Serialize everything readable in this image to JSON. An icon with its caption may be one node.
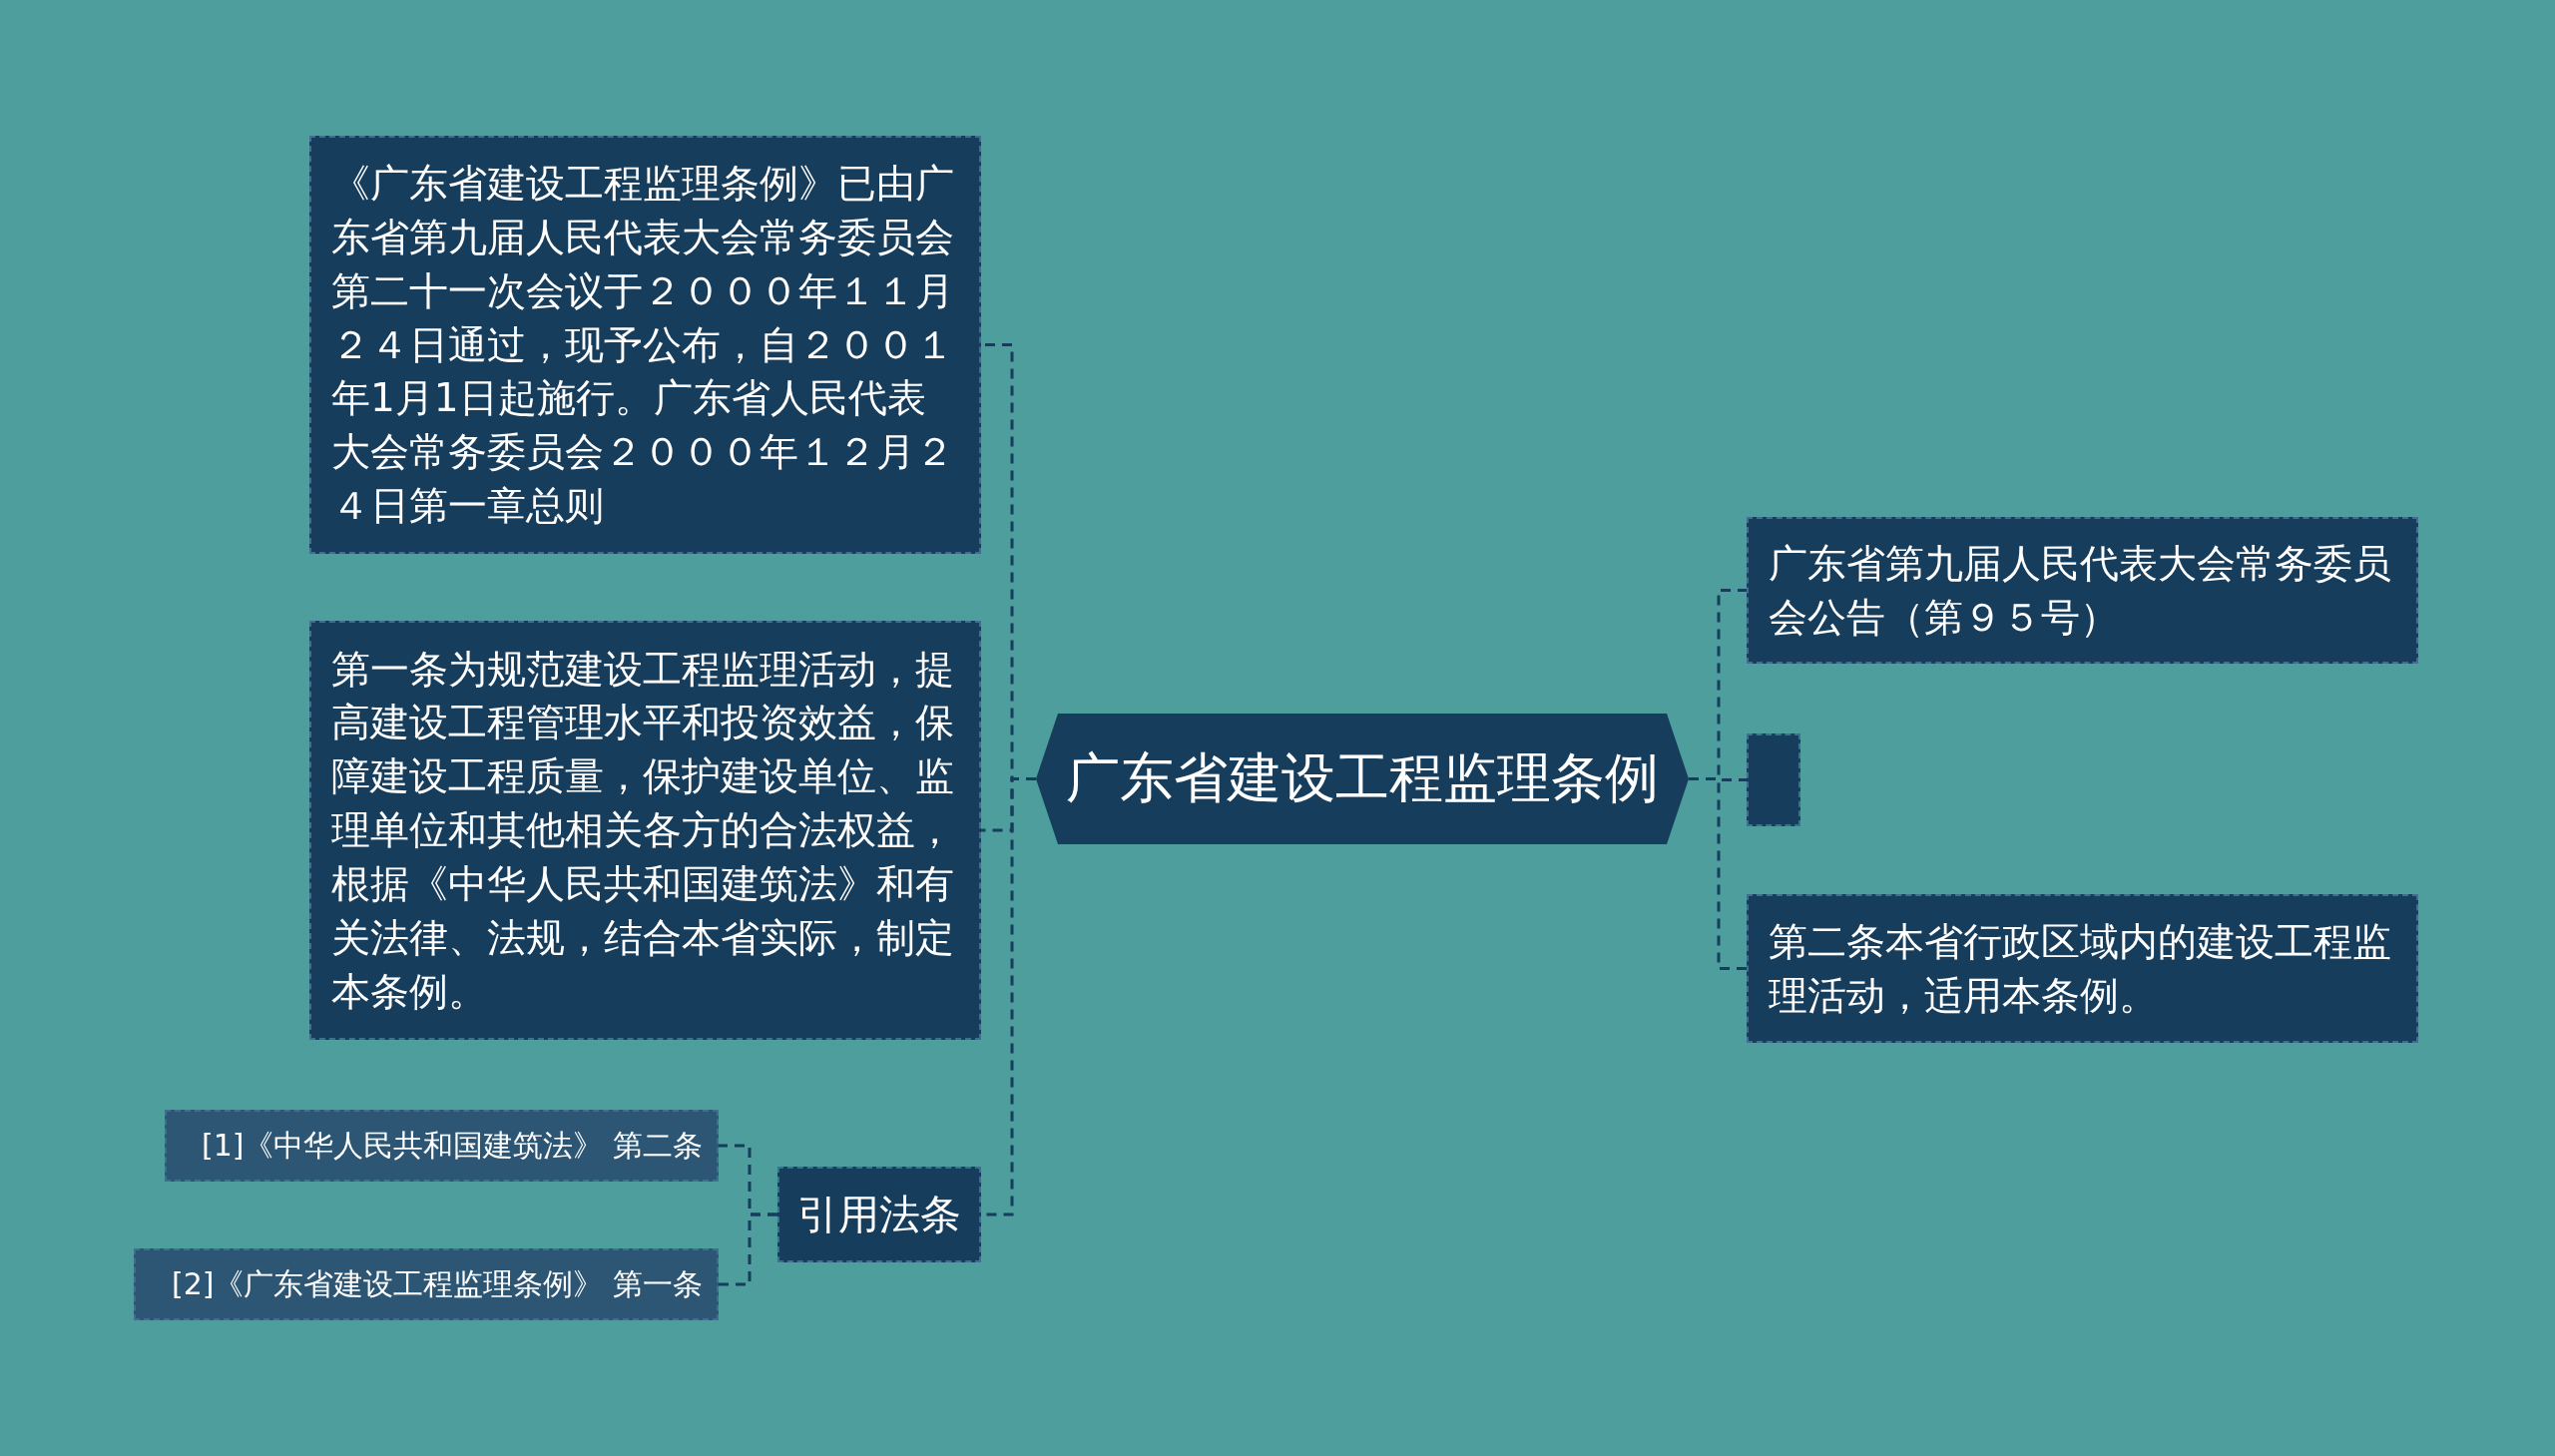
{
  "diagram": {
    "nodes": [
      {
        "text": [
          "广东省建设工程监理条例"
        ]
      },
      {
        "text": [
          "《广东省建设工程监理条例》已由广东省第九届人民代表大会常务委员会第二十一次会议于２０００年１１月２４日通过，现予公布，自２００１年1月1日起施行。广东省人民代表大会常务委员会２０００年１２月２４日第一章总则"
        ]
      },
      {
        "text": [
          "第一条为规范建设工程监理活动，提高建设工程管理水平和投资效益，保障建设工程质量，保护建设单位、监理单位和其他相关各方的合法权益，根据《中华人民共和国建筑法》和有关法律、法规，结合本省实际，制定本条例。"
        ]
      },
      {
        "text": [
          "引用法条"
        ]
      },
      {
        "text": [
          "[1]《中华人民共和国建筑法》 第二条"
        ]
      },
      {
        "text": [
          "[2]《广东省建设工程监理条例》 第一条"
        ]
      },
      {
        "text": [
          "广东省第九届人民代表大会常务委员会公告（第９５号）"
        ]
      },
      {
        "text": [],
        "shape": "box"
      },
      {
        "text": [
          "第二条本省行政区域内的建设工程监理活动，适用本条例。"
        ]
      }
    ],
    "edges": [
      {
        "from": 0,
        "to": 1,
        "arrow": "none"
      },
      {
        "from": 0,
        "to": 2,
        "arrow": "none"
      },
      {
        "from": 0,
        "to": 3,
        "arrow": "none"
      },
      {
        "from": 3,
        "to": 4,
        "arrow": "none"
      },
      {
        "from": 3,
        "to": 5,
        "arrow": "none"
      },
      {
        "from": 0,
        "to": 6,
        "arrow": "none"
      },
      {
        "from": 0,
        "to": 7,
        "arrow": "none"
      },
      {
        "from": 0,
        "to": 8,
        "arrow": "none"
      }
    ]
  }
}
